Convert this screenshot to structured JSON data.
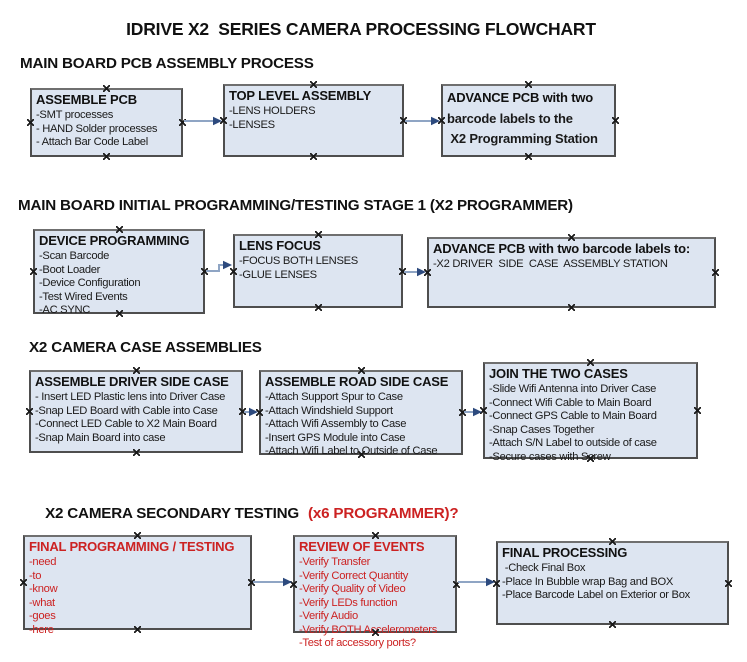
{
  "title": "IDRIVE X2  SERIES CAMERA PROCESSING FLOWCHART",
  "colors": {
    "box_fill": "#dde5f1",
    "box_border": "#4e4e4e",
    "red_text": "#cc2222",
    "arrow_line": "#8fa5c4",
    "arrow_head": "#2d4a7e"
  },
  "sections": [
    {
      "heading": "MAIN BOARD PCB ASSEMBLY PROCESS",
      "boxes": [
        {
          "title": "ASSEMBLE PCB",
          "items": [
            "-SMT processes",
            "- HAND Solder processes",
            "- Attach Bar Code Label"
          ]
        },
        {
          "title": "TOP LEVEL ASSEMBLY",
          "items": [
            "-LENS HOLDERS",
            "-LENSES"
          ]
        },
        {
          "title": "ADVANCE PCB with two",
          "items": [
            "barcode labels to the",
            " X2 Programming Station"
          ]
        }
      ]
    },
    {
      "heading": "MAIN BOARD INITIAL PROGRAMMING/TESTING STAGE 1 (X2 PROGRAMMER)",
      "boxes": [
        {
          "title": "DEVICE PROGRAMMING",
          "items": [
            "-Scan Barcode",
            "-Boot Loader",
            "-Device Configuration",
            "-Test Wired Events",
            "-AC SYNC"
          ]
        },
        {
          "title": "LENS FOCUS",
          "items": [
            "-FOCUS BOTH LENSES",
            "-GLUE LENSES"
          ]
        },
        {
          "title": "ADVANCE PCB with two barcode labels to:",
          "items": [
            "-X2 DRIVER  SIDE  CASE  ASSEMBLY STATION"
          ]
        }
      ]
    },
    {
      "heading": "X2 CAMERA CASE ASSEMBLIES",
      "boxes": [
        {
          "title": "ASSEMBLE DRIVER SIDE CASE",
          "items": [
            "- Insert LED Plastic lens into Driver Case",
            "-Snap LED Board with Cable into Case",
            "-Connect LED Cable to X2 Main Board",
            "-Snap Main Board into case"
          ]
        },
        {
          "title": "ASSEMBLE ROAD SIDE CASE",
          "items": [
            "-Attach Support Spur to Case",
            "-Attach Windshield Support",
            "-Attach Wifi Assembly to Case",
            "-Insert GPS Module into Case",
            "-Attach Wifi Label to Outside of Case"
          ]
        },
        {
          "title": "JOIN THE TWO CASES",
          "items": [
            "-Slide Wifi Antenna into Driver Case",
            "-Connect Wifi Cable to Main Board",
            "-Connect GPS Cable to Main Board",
            "-Snap Cases Together",
            "-Attach S/N Label to outside of case",
            "-Secure cases with Screw"
          ]
        }
      ]
    },
    {
      "heading": "X2 CAMERA SECONDARY TESTING",
      "heading_suffix": "(x6 PROGRAMMER)?",
      "boxes": [
        {
          "title": "FINAL PROGRAMMING / TESTING",
          "items": [
            "-need",
            "-to",
            "-know",
            "-what",
            "-goes",
            "-here"
          ]
        },
        {
          "title": "REVIEW OF EVENTS",
          "items": [
            "-Verify Transfer",
            "-Verify Correct Quantity",
            "-Verify Quality of Video",
            "-Verify LEDs function",
            "-Verify Audio",
            "-Verify BOTH Accelerometers",
            "-Test of accessory ports?"
          ]
        },
        {
          "title": "FINAL PROCESSING",
          "items": [
            " -Check Final Box",
            "-Place In Bubble wrap Bag and BOX",
            "-Place Barcode Label on Exterior or Box"
          ]
        }
      ]
    }
  ]
}
